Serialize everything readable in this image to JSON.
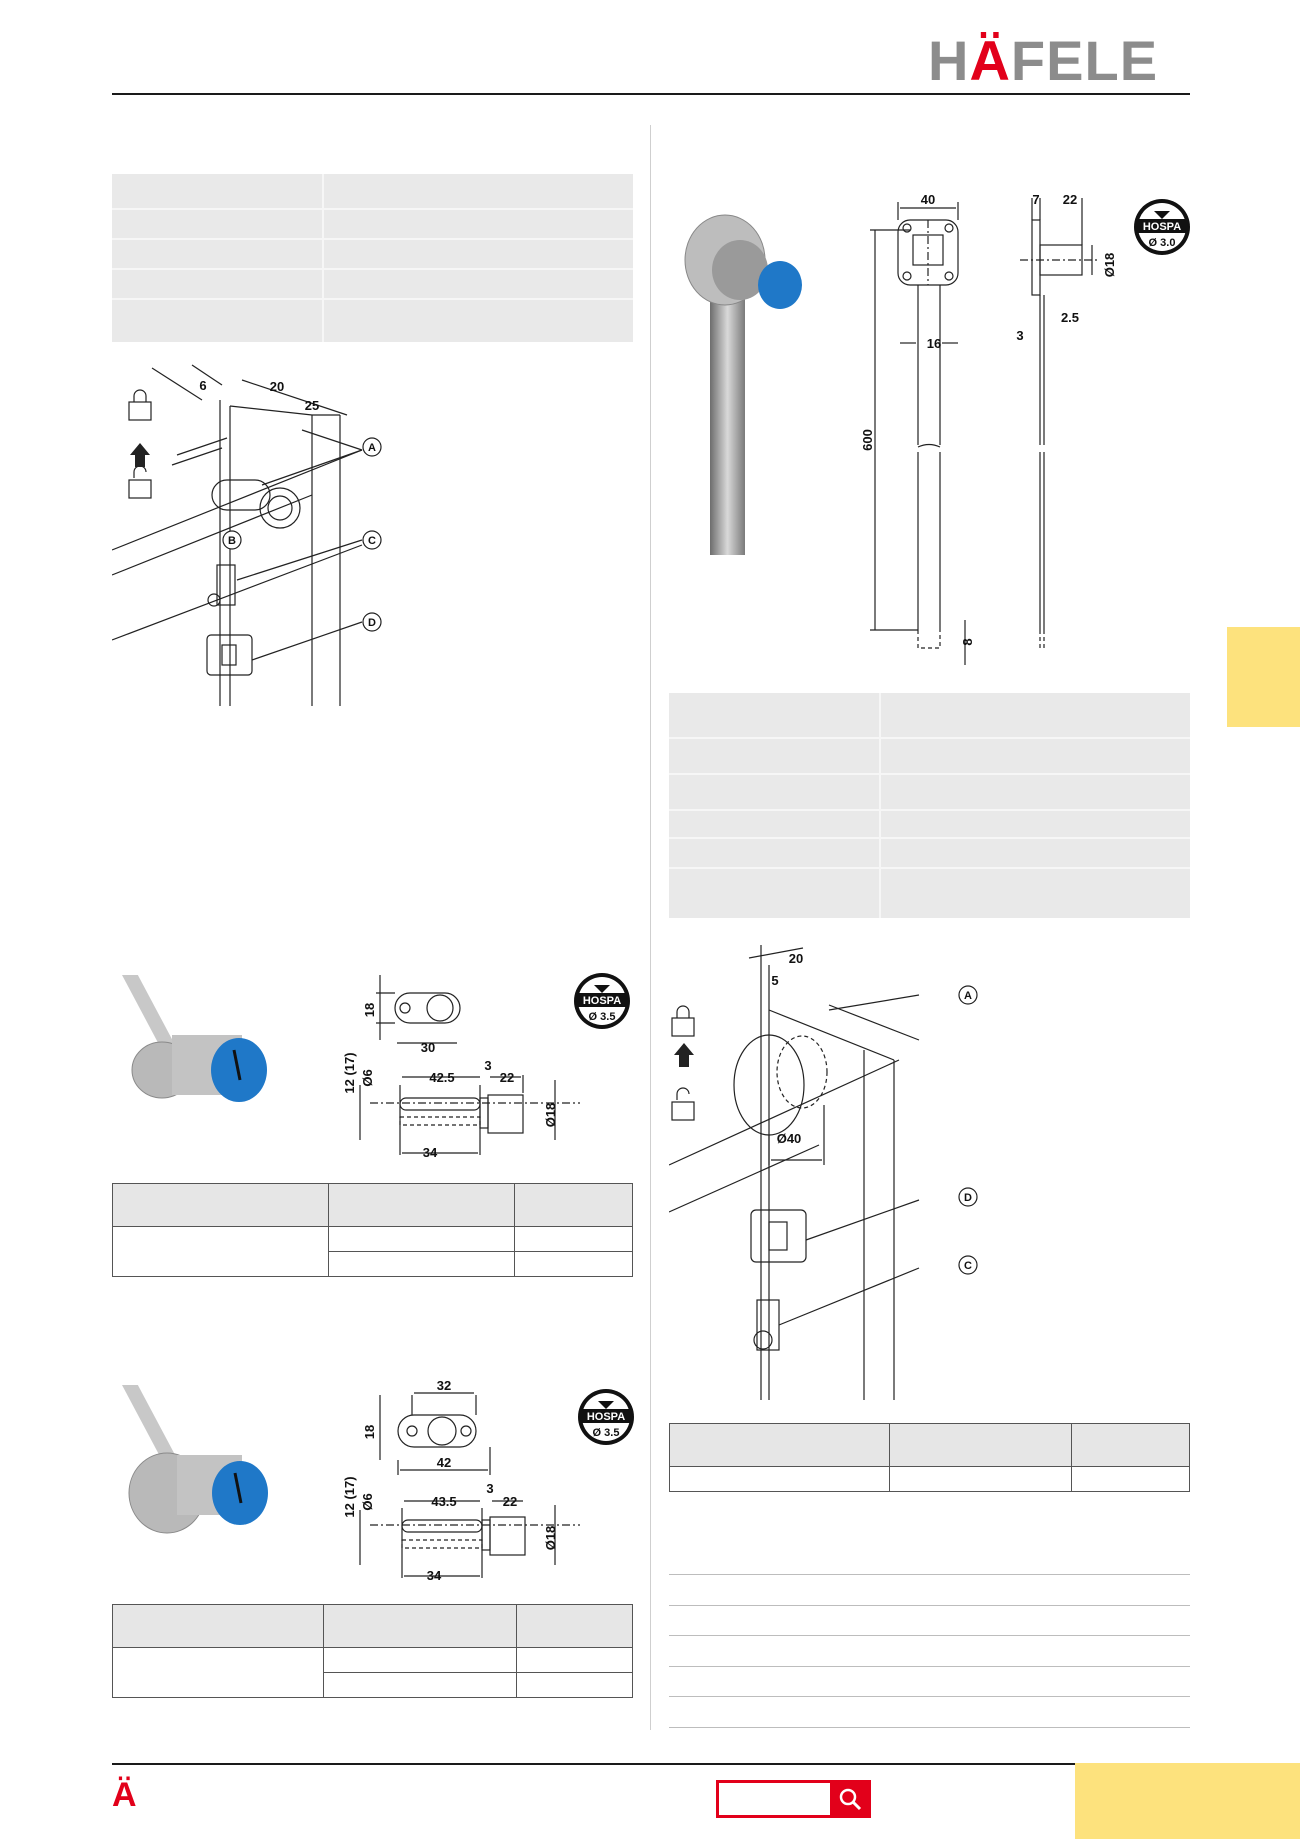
{
  "brand": {
    "logo_text": "HÄFELE",
    "logo_mark": "Ä",
    "accent_color": "#e2001a",
    "grey_color": "#8c8c8c",
    "tab_color": "#fde27d"
  },
  "drawings": {
    "install_left": {
      "dims": [
        "6",
        "20",
        "25"
      ],
      "callouts": [
        "A",
        "B",
        "C",
        "D"
      ]
    },
    "rod_lock": {
      "dims": [
        "40",
        "7",
        "22",
        "Ø18",
        "2.5",
        "3",
        "16",
        "600",
        "8"
      ],
      "hospa": {
        "label": "HOSPA",
        "size": "Ø 3.0"
      }
    },
    "cylinder_1": {
      "dims": [
        "18",
        "30",
        "12 (17)",
        "Ø6",
        "42.5",
        "3",
        "22",
        "Ø18",
        "34"
      ],
      "hospa": {
        "label": "HOSPA",
        "size": "Ø 3.5"
      }
    },
    "cylinder_2": {
      "dims": [
        "32",
        "18",
        "42",
        "12 (17)",
        "Ø6",
        "43.5",
        "3",
        "22",
        "Ø18",
        "34"
      ],
      "hospa": {
        "label": "HOSPA",
        "size": "Ø 3.5"
      }
    },
    "install_right": {
      "dims": [
        "20",
        "5",
        "Ø40"
      ],
      "callouts": [
        "A",
        "D",
        "C"
      ]
    }
  },
  "footer": {
    "search_icon": "magnifier-icon"
  }
}
